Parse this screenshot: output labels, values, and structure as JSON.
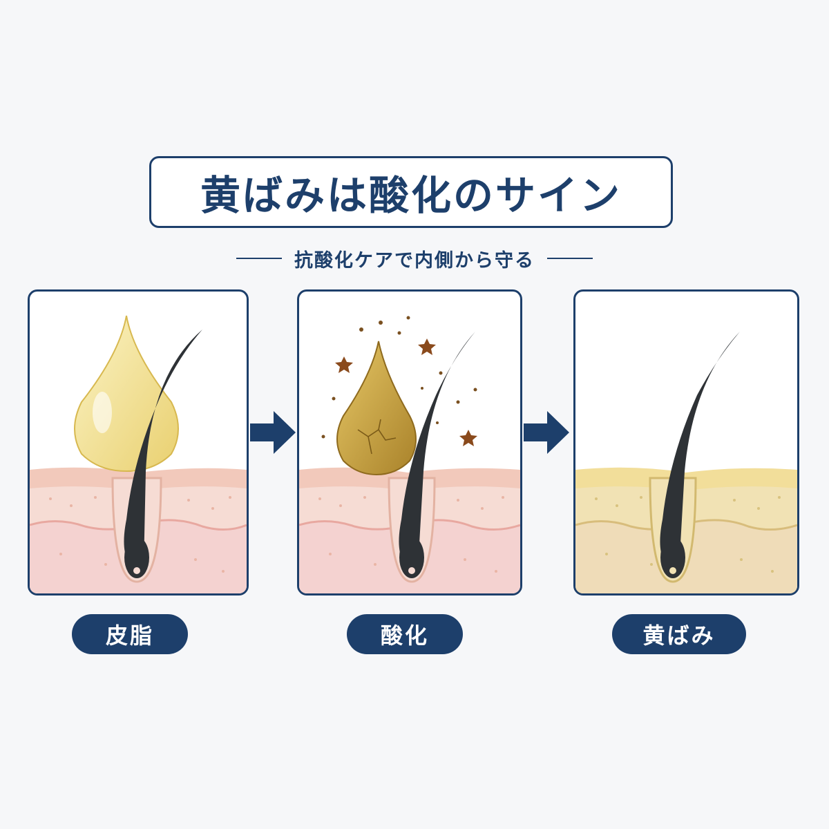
{
  "title": "黄ばみは酸化のサイン",
  "subtitle": "抗酸化ケアで内側から守る",
  "steps": [
    {
      "label": "皮脂",
      "illustration": "oil-droplet-on-skin",
      "skin_color": "#f6dcd4",
      "drop_color": "#f3e18a"
    },
    {
      "label": "酸化",
      "illustration": "oxidized-droplet-on-skin",
      "skin_color": "#f6dcd4",
      "drop_color": "#c9a23a"
    },
    {
      "label": "黄ばみ",
      "illustration": "yellowed-skin",
      "skin_color": "#f1e2b4"
    }
  ],
  "arrows": [
    "arrow-right-icon",
    "arrow-right-icon"
  ],
  "colors": {
    "primary": "#1d3f6b",
    "background": "#f6f7f9",
    "hair": "#2e3236"
  }
}
